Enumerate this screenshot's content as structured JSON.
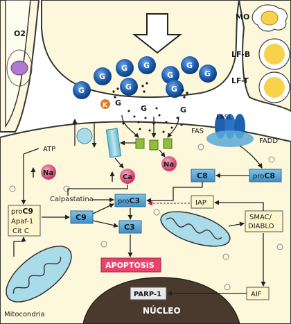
{
  "labels": {
    "o2": "O2",
    "mo": "MO",
    "lfb": "LF-B",
    "lft": "LF-T",
    "k": "K",
    "g": "G",
    "fasl": "FASL",
    "fas": "FAS",
    "fadd": "FADD",
    "atp": "ATP",
    "na": "Na",
    "ca": "Ca",
    "c8": "C8",
    "proc8_pro": "pro",
    "proc8_c": "C8",
    "calpastatina": "Calpastatina",
    "proc3_pro": "pro",
    "proc3_c": "C3",
    "iap": "IAP",
    "proc9_pro": "pro",
    "proc9_c": "C9",
    "apaf1": "Apaf-1",
    "citc": "Cit C",
    "c9": "C9",
    "c3": "C3",
    "smac": "SMAC/",
    "diablo": "DIABLO",
    "apoptosis": "APOPTOSIS",
    "parp1": "PARP-1",
    "aif": "AIF",
    "mitocondria": "Mitocondria",
    "nucleo": "NÚCLEO"
  },
  "colors": {
    "cell_fill": "#fdf8dc",
    "membrane": "#333333",
    "g_ball": "#1e5fae",
    "box_blue": "#5aa9d6",
    "box_cream": "#fff6cc",
    "na_ball": "#d9336e",
    "ca_ball": "#c8325c",
    "apoptosis": "#e8446a",
    "nucleus": "#4a3a2e",
    "k_ball": "#e07b1a"
  }
}
